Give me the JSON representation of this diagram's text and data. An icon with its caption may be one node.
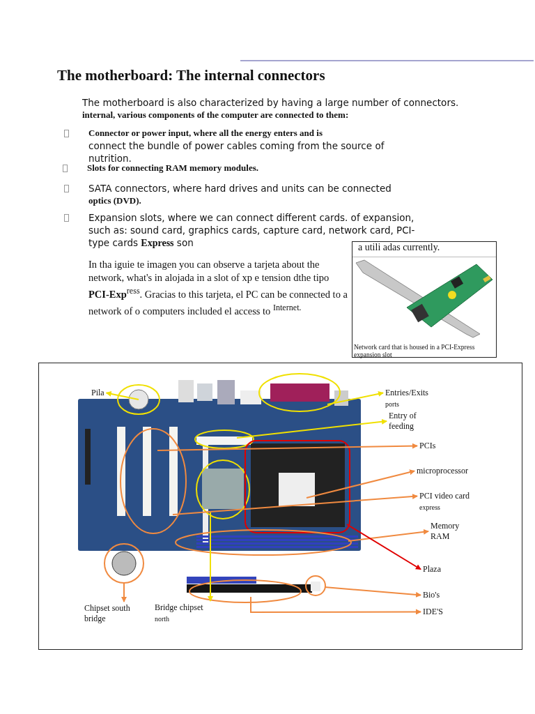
{
  "diagram": {
    "title": "The motherboard: The internal connectors",
    "nodes": [
      {
        "text": [
          "a utili adas currently.",
          "Network card that is housed in a PCI-Express expansion slot"
        ]
      },
      {
        "text": [],
        "shape": "box"
      },
      {
        "text": [
          "Pila"
        ],
        "in": 1
      },
      {
        "text": [
          "Entries/Exits",
          "ports"
        ],
        "in": 1
      },
      {
        "text": [
          "Entry of feeding"
        ],
        "in": 1
      },
      {
        "text": [
          "PCIs"
        ],
        "in": 1
      },
      {
        "text": [
          "microprocessor"
        ],
        "in": 1
      },
      {
        "text": [
          "PCI video card",
          "express"
        ],
        "in": 1
      },
      {
        "text": [
          "Memory RAM"
        ],
        "in": 1
      },
      {
        "text": [
          "Plaza"
        ],
        "in": 1
      },
      {
        "text": [
          "Bio's"
        ],
        "in": 1
      },
      {
        "text": [
          "IDE'S"
        ],
        "in": 1
      },
      {
        "text": [
          "Chipset south bridge"
        ],
        "in": 1
      },
      {
        "text": [
          "Bridge chipset",
          "north"
        ],
        "in": 1
      }
    ],
    "edges": [
      {
        "from": null,
        "to": 2,
        "arrow": "to",
        "color": "#f0e000"
      },
      {
        "from": null,
        "to": 3,
        "arrow": "to",
        "color": "#f0e000"
      },
      {
        "from": null,
        "to": 4,
        "arrow": "to",
        "color": "#f0e000"
      },
      {
        "from": null,
        "to": 5,
        "arrow": "to"
      },
      {
        "from": null,
        "to": 6,
        "arrow": "to"
      },
      {
        "from": null,
        "to": 7,
        "arrow": "to"
      },
      {
        "from": null,
        "to": 8,
        "arrow": "to"
      },
      {
        "from": null,
        "to": 9,
        "arrow": "to",
        "color": "#e00000"
      },
      {
        "from": null,
        "to": 10,
        "arrow": "to"
      },
      {
        "from": null,
        "to": 11,
        "arrow": "to"
      },
      {
        "from": null,
        "to": 12,
        "arrow": "to"
      },
      {
        "from": null,
        "to": 13,
        "arrow": "to",
        "color": "#f0e000"
      }
    ],
    "labels": [
      "The motherboard is also characterized by having a large number of connectors. **internal, various components of the computer are connected to them:**",
      "**Connector or power input, where all the energy enters and is** connect the bundle of power cables coming from the source of nutrition.",
      "Slots for connecting RAM memory modules.",
      "SATA connectors, where hard drives and units can be connected **optics (DVD).**",
      "Expansion slots, where we can connect different cards. of expansion, such as: sound card, graphics cards, capture card, network card, PCI-type cards **Express** son",
      "In tha iguie te imagen you can observe a tarjeta about the network, what's in alojada in a slot of xp e tension dthe tipo **PCI-Exp**$^{ress}$. Gracias to this tarjeta, el PC can be connected to a network of o computers included el access to $^{Internet.}$"
    ]
  }
}
